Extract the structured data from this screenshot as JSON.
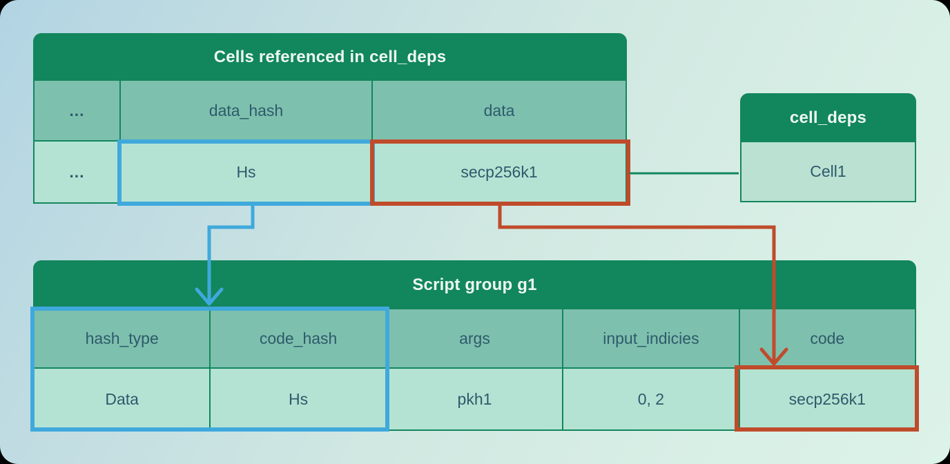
{
  "diagram": {
    "top_table": {
      "title": "Cells referenced in cell_deps",
      "label_row": [
        "...",
        "data_hash",
        "data"
      ],
      "value_row": [
        "...",
        "Hs",
        "secp256k1"
      ]
    },
    "cell_deps_table": {
      "title": "cell_deps",
      "value_row": [
        "Cell1"
      ]
    },
    "script_table": {
      "title": "Script group g1",
      "label_row": [
        "hash_type",
        "code_hash",
        "args",
        "input_indicies",
        "code"
      ],
      "value_row": [
        "Data",
        "Hs",
        "pkh1",
        "0, 2",
        "secp256k1"
      ]
    },
    "connections": [
      {
        "from": "data_hash value Hs",
        "to": "script group hash_type and code_hash columns",
        "color": "#3fa9dc",
        "style": "arrow"
      },
      {
        "from": "data value secp256k1",
        "to": "script group code value secp256k1",
        "color": "#bf4b2b",
        "style": "arrow"
      },
      {
        "from": "data value secp256k1",
        "to": "cell_deps value Cell1",
        "color": "#12865c",
        "style": "line"
      }
    ],
    "colors": {
      "header_green": "#12865c",
      "highlight_blue": "#3fa9dc",
      "highlight_red": "#bf4b2b",
      "text_dark": "#2d5a6b",
      "text_light": "#eef8f2",
      "background_blue": "#b2d4e3",
      "background_mint": "#dcf3e9"
    }
  }
}
